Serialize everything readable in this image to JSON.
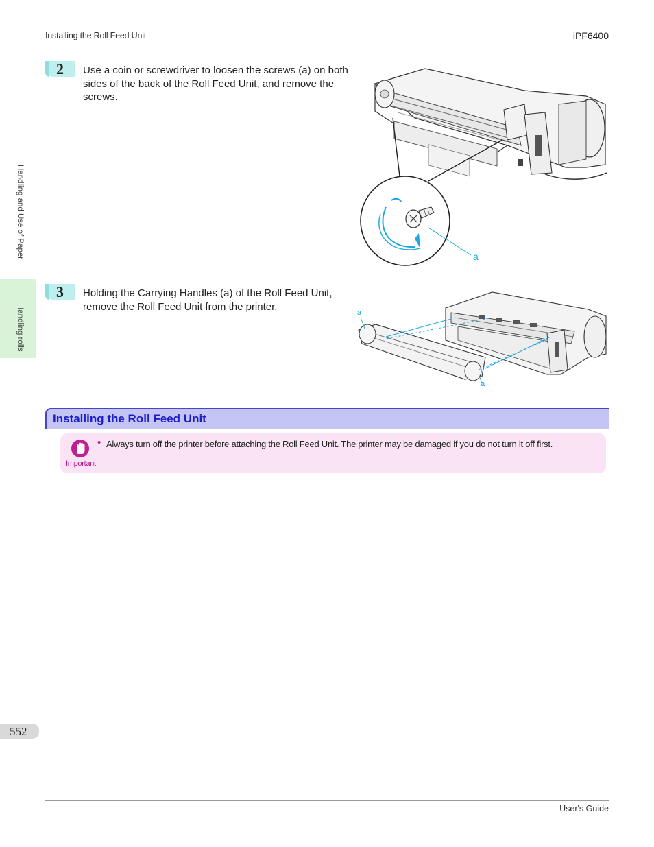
{
  "header": {
    "left": "Installing the Roll Feed Unit",
    "right": "iPF6400"
  },
  "side": {
    "top": "Handling and Use of Paper",
    "bottom": "Handling rolls"
  },
  "steps": [
    {
      "number": "2",
      "text": "Use a coin or screwdriver to loosen the screws (a) on both sides of the back of the Roll Feed Unit, and remove the screws.",
      "callout": "a"
    },
    {
      "number": "3",
      "text": "Holding the Carrying Handles (a) of the Roll Feed Unit, remove the Roll Feed Unit from the printer.",
      "callout_top": "a",
      "callout_bottom": "a"
    }
  ],
  "section": {
    "title": "Installing the Roll Feed Unit"
  },
  "important": {
    "label": "Important",
    "bullet": "•",
    "text": "Always turn off the printer before attaching the Roll Feed Unit. The printer may be damaged if you do not turn it off first."
  },
  "footer": {
    "page_number": "552",
    "right": "User's Guide"
  },
  "colors": {
    "accent_blue": "#1c1cc8",
    "step_badge": "#bfeeee",
    "important_bg": "#fbe3f6",
    "important_magenta": "#b0148a",
    "callout_cyan": "#1aa8e0"
  }
}
